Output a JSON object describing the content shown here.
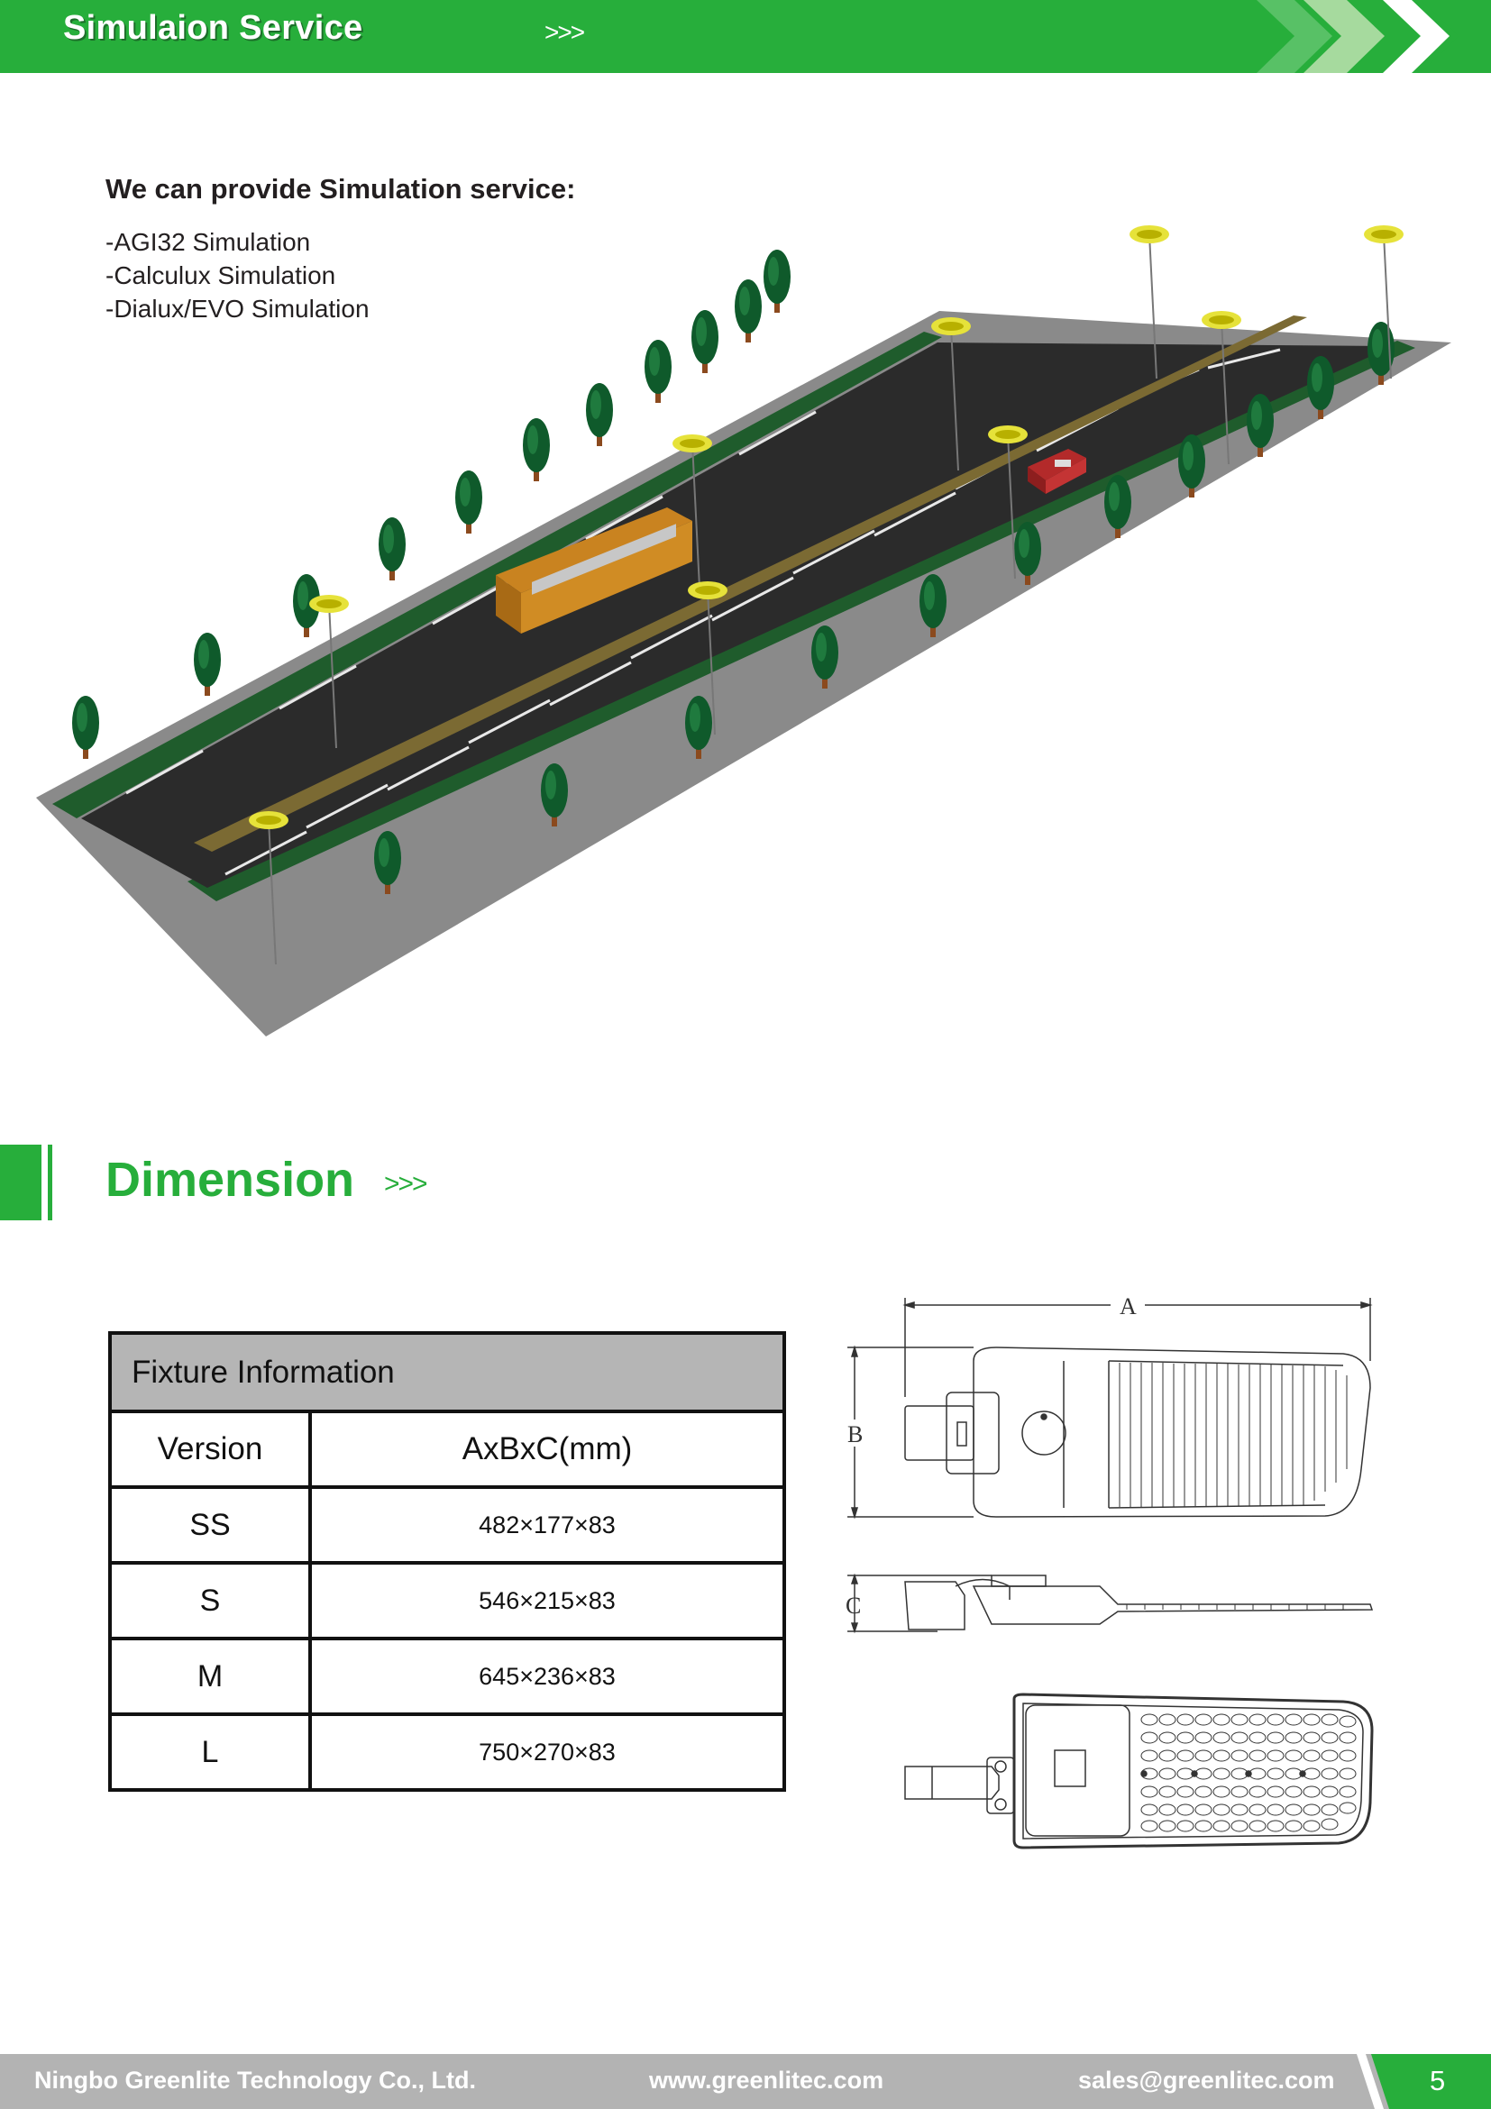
{
  "header": {
    "title": "Simulaion Service",
    "arrows": ">>>"
  },
  "intro": {
    "heading": "We can provide Simulation service:",
    "items": [
      "-AGI32 Simulation",
      "-Calculux Simulation",
      "-Dialux/EVO Simulation"
    ]
  },
  "dimension": {
    "title": "Dimension",
    "arrows": ">>>"
  },
  "table": {
    "caption": "Fixture Information",
    "col_version": "Version",
    "col_dims": "AxBxC(mm)",
    "rows": [
      {
        "version": "SS",
        "dims": "482×177×83"
      },
      {
        "version": "S",
        "dims": "546×215×83"
      },
      {
        "version": "M",
        "dims": "645×236×83"
      },
      {
        "version": "L",
        "dims": "750×270×83"
      }
    ]
  },
  "drawing": {
    "label_a": "A",
    "label_b": "B",
    "label_c": "C"
  },
  "footer": {
    "company": "Ningbo Greenlite Technology Co., Ltd.",
    "website": "www.greenlitec.com",
    "email": "sales@greenlitec.com",
    "page": "5"
  },
  "colors": {
    "brand_green": "#27ae3b",
    "footer_gray": "#b3b3b3",
    "table_header_gray": "#b5b5b5"
  }
}
